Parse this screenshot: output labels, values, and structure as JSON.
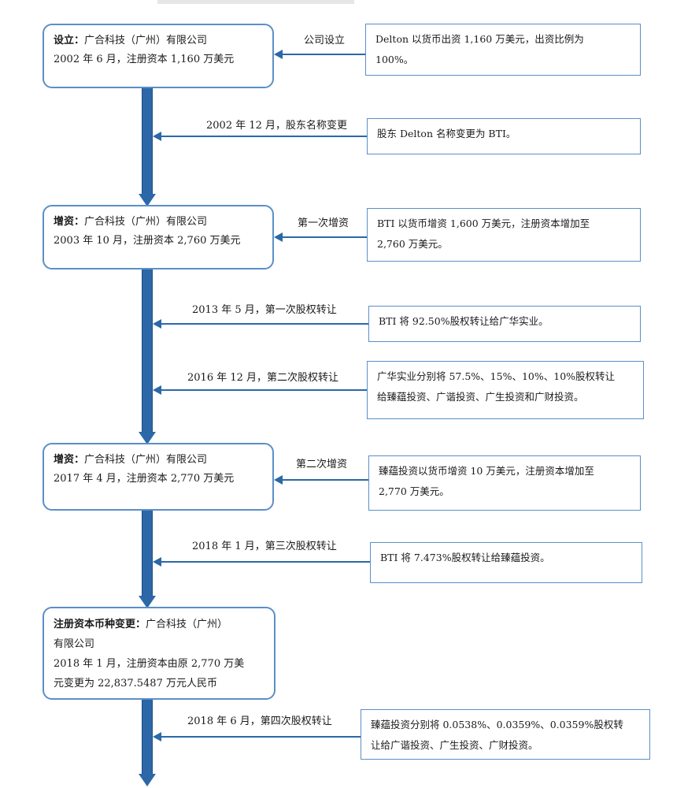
{
  "stages": [
    {
      "title": "设立：",
      "body": "广合科技（广州）有限公司",
      "line2": "2002 年 6 月，注册资本 1,160 万美元"
    },
    {
      "title": "增资：",
      "body": "广合科技（广州）有限公司",
      "line2": "2003 年 10 月，注册资本 2,760 万美元"
    },
    {
      "title": "增资：",
      "body": "广合科技（广州）有限公司",
      "line2": "2017 年 4 月，注册资本 2,770 万美元"
    },
    {
      "title": "注册资本币种变更：",
      "body": "广合科技（广州）",
      "line2": "有限公司",
      "line3": "2018 年 1 月，注册资本由原 2,770 万美",
      "line4": "元变更为 22,837.5487 万元人民币"
    }
  ],
  "events": [
    {
      "label": "公司设立",
      "note_line1": "Delton 以货币出资 1,160 万美元，出资比例为",
      "note_line2": "100%。"
    },
    {
      "label": "2002 年 12 月，股东名称变更",
      "note_line1": "股东 Delton 名称变更为 BTI。"
    },
    {
      "label": "第一次增资",
      "note_line1": "BTI 以货币增资 1,600 万美元，注册资本增加至",
      "note_line2": "2,760 万美元。"
    },
    {
      "label": "2013 年 5 月，第一次股权转让",
      "note_line1": "BTI 将 92.50%股权转让给广华实业。"
    },
    {
      "label": "2016 年 12 月，第二次股权转让",
      "note_line1": "广华实业分别将 57.5%、15%、10%、10%股权转让",
      "note_line2": "给臻蕴投资、广谐投资、广生投资和广财投资。"
    },
    {
      "label": "第二次增资",
      "note_line1": "臻蕴投资以货币增资 10 万美元，注册资本增加至",
      "note_line2": "2,770 万美元。"
    },
    {
      "label": "2018 年 1 月，第三次股权转让",
      "note_line1": "BTI 将 7.473%股权转让给臻蕴投资。"
    },
    {
      "label": "2018 年 6 月，第四次股权转让",
      "note_line1": "臻蕴投资分别将 0.0538%、0.0359%、0.0359%股权转",
      "note_line2": "让给广谐投资、广生投资、广财投资。"
    }
  ]
}
